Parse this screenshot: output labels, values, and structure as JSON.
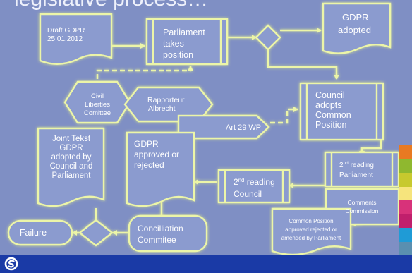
{
  "title": "legislative process…",
  "colors": {
    "background": "#7f8fc4",
    "shape_fill": "#8b9bcf",
    "outline": "#ecf5a8",
    "glow": "#dce97a",
    "text": "#ffffff",
    "footer": "#1a3aa6"
  },
  "stripe_colors": [
    "#e87a22",
    "#8fb82f",
    "#c7c92e",
    "#f6e47c",
    "#d8327a",
    "#c01f6c",
    "#1f9bd6",
    "#5a8fb0"
  ],
  "nodes": {
    "draft": [
      "Draft GDPR",
      "25.01.2012"
    ],
    "parliament_position": [
      "Parliament",
      "takes",
      "position"
    ],
    "gdpr_adopted": [
      "GDPR",
      "adopted"
    ],
    "civil_liberties": [
      "Civil",
      "Liberties",
      "Comittee"
    ],
    "rapporteur": [
      "Rapporteur",
      "Albrecht"
    ],
    "art29": [
      "Art 29 WP"
    ],
    "council_adopts": [
      "Council",
      "adopts",
      "Common",
      "Position"
    ],
    "joint_text": [
      "Joint Tekst",
      "GDPR",
      "adopted by",
      "Council and",
      "Parliament"
    ],
    "gdpr_approved": [
      "GDPR",
      "approved or",
      "rejected"
    ],
    "second_reading_council": [
      "2nd reading",
      "Council"
    ],
    "second_reading_parliament": [
      "2nd reading",
      "Parliament"
    ],
    "comments_commission": [
      "Comments",
      "Commission"
    ],
    "common_position_amended": [
      "Common Position",
      "approved rejected or",
      "amended by Parliament"
    ],
    "failure": [
      "Failure"
    ],
    "conciliation": [
      "Concilliation",
      "Commitee"
    ]
  }
}
